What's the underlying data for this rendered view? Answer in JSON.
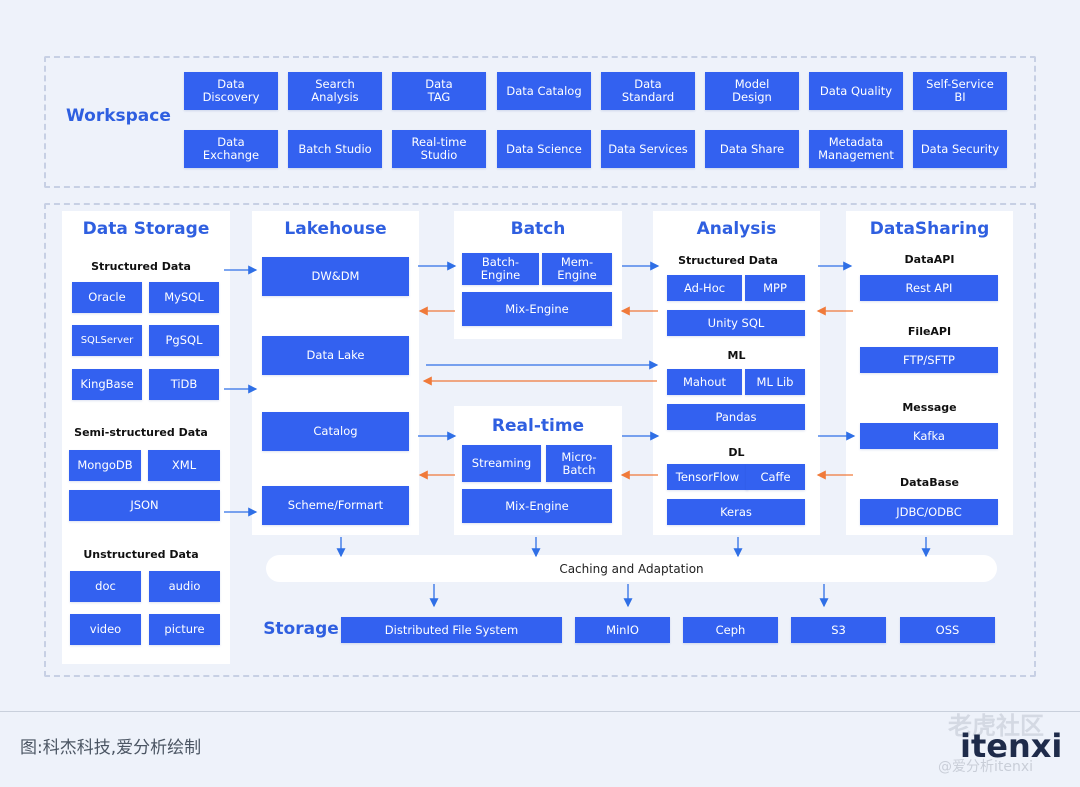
{
  "workspace": {
    "label": "Workspace",
    "row1": [
      "Data\nDiscovery",
      "Search\nAnalysis",
      "Data\nTAG",
      "Data Catalog",
      "Data\nStandard",
      "Model\nDesign",
      "Data Quality",
      "Self-Service\nBI"
    ],
    "row2": [
      "Data\nExchange",
      "Batch Studio",
      "Real-time\nStudio",
      "Data Science",
      "Data Services",
      "Data Share",
      "Metadata\nManagement",
      "Data Security"
    ]
  },
  "storage_col": {
    "title": "Data Storage",
    "structured_label": "Structured Data",
    "structured": [
      "Oracle",
      "MySQL",
      "SQLServer",
      "PgSQL",
      "KingBase",
      "TiDB"
    ],
    "semi_label": "Semi-structured Data",
    "semi": [
      "MongoDB",
      "XML",
      "JSON"
    ],
    "unstructured_label": "Unstructured Data",
    "unstructured": [
      "doc",
      "audio",
      "video",
      "picture"
    ]
  },
  "lakehouse": {
    "title": "Lakehouse",
    "items": [
      "DW&DM",
      "Data Lake",
      "Catalog",
      "Scheme/Formart"
    ]
  },
  "batch": {
    "title": "Batch",
    "engines": [
      "Batch-\nEngine",
      "Mem-\nEngine"
    ],
    "mix": "Mix-Engine"
  },
  "realtime": {
    "title": "Real-time",
    "engines": [
      "Streaming",
      "Micro-\nBatch"
    ],
    "mix": "Mix-Engine"
  },
  "analysis": {
    "title": "Analysis",
    "structured_label": "Structured Data",
    "structured": [
      "Ad-Hoc",
      "MPP",
      "Unity SQL"
    ],
    "ml_label": "ML",
    "ml": [
      "Mahout",
      "ML Lib",
      "Pandas"
    ],
    "dl_label": "DL",
    "dl": [
      "TensorFlow",
      "Caffe",
      "Keras"
    ]
  },
  "sharing": {
    "title": "DataSharing",
    "groups": [
      {
        "label": "DataAPI",
        "item": "Rest API"
      },
      {
        "label": "FileAPI",
        "item": "FTP/SFTP"
      },
      {
        "label": "Message",
        "item": "Kafka"
      },
      {
        "label": "DataBase",
        "item": "JDBC/ODBC"
      }
    ]
  },
  "caching": "Caching and Adaptation",
  "storage_row": {
    "label": "Storage",
    "items": [
      "Distributed File System",
      "MinIO",
      "Ceph",
      "S3",
      "OSS"
    ]
  },
  "footer": "图:科杰科技,爱分析绘制",
  "watermark": {
    "line1": "老虎社区",
    "line2": "itenxi",
    "line3": "@爱分析itenxi"
  },
  "colors": {
    "box": "#3361f0",
    "heading": "#2f5fe0",
    "arrow_blue": "#2f6fe6",
    "arrow_orange": "#f07a3a",
    "background": "#eef2fa"
  }
}
